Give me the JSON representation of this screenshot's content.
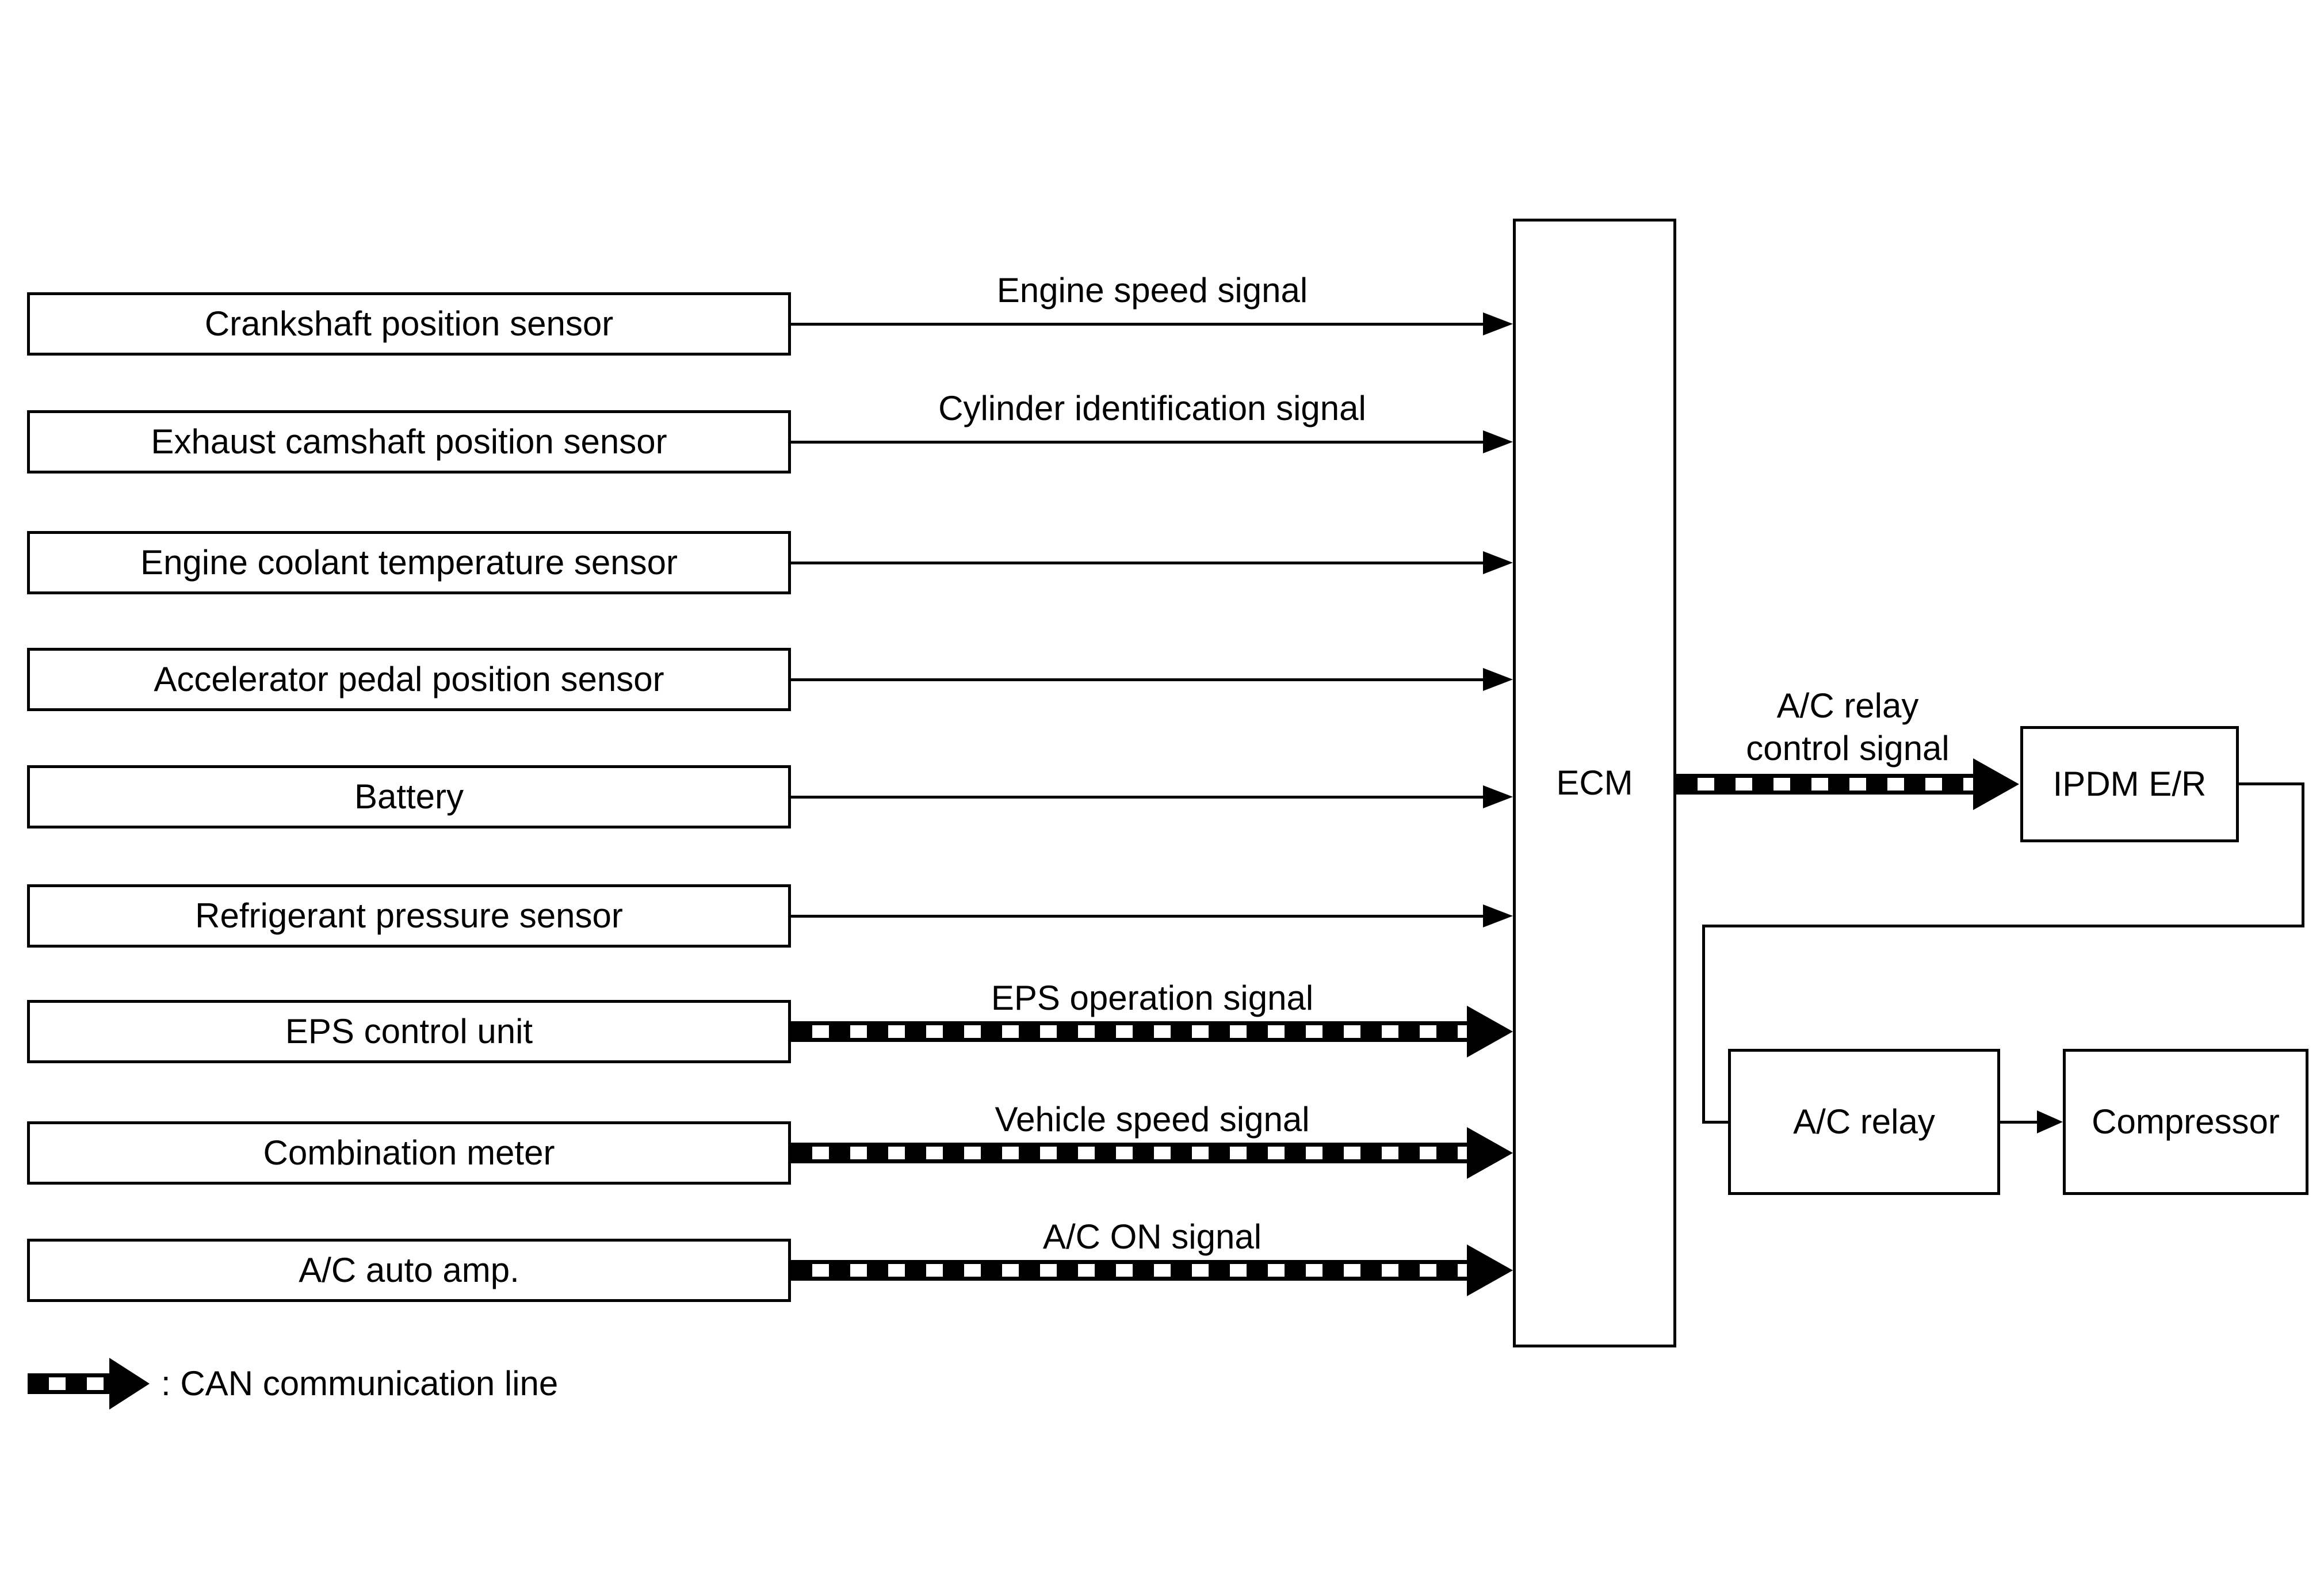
{
  "sources": [
    {
      "label": "Crankshaft position sensor",
      "signal": "Engine speed signal",
      "line": "solid"
    },
    {
      "label": "Exhaust camshaft position sensor",
      "signal": "Cylinder identification signal",
      "line": "solid"
    },
    {
      "label": "Engine coolant temperature sensor",
      "signal": "",
      "line": "solid"
    },
    {
      "label": "Accelerator pedal position sensor",
      "signal": "",
      "line": "solid"
    },
    {
      "label": "Battery",
      "signal": "",
      "line": "solid"
    },
    {
      "label": "Refrigerant pressure sensor",
      "signal": "",
      "line": "solid"
    },
    {
      "label": "EPS control unit",
      "signal": "EPS operation signal",
      "line": "can"
    },
    {
      "label": "Combination meter",
      "signal": "Vehicle speed signal",
      "line": "can"
    },
    {
      "label": "A/C auto amp.",
      "signal": "A/C ON signal",
      "line": "can"
    }
  ],
  "nodes": {
    "ecm": "ECM",
    "ipdm": "IPDM E/R",
    "ac_relay": "A/C relay",
    "compressor": "Compressor"
  },
  "output_signal": {
    "line1": "A/C relay",
    "line2": "control signal",
    "line": "can"
  },
  "legend": {
    "label": ": CAN communication line",
    "symbol": "can-dashed-arrow"
  },
  "colors": {
    "line": "#000000",
    "background": "#ffffff"
  }
}
